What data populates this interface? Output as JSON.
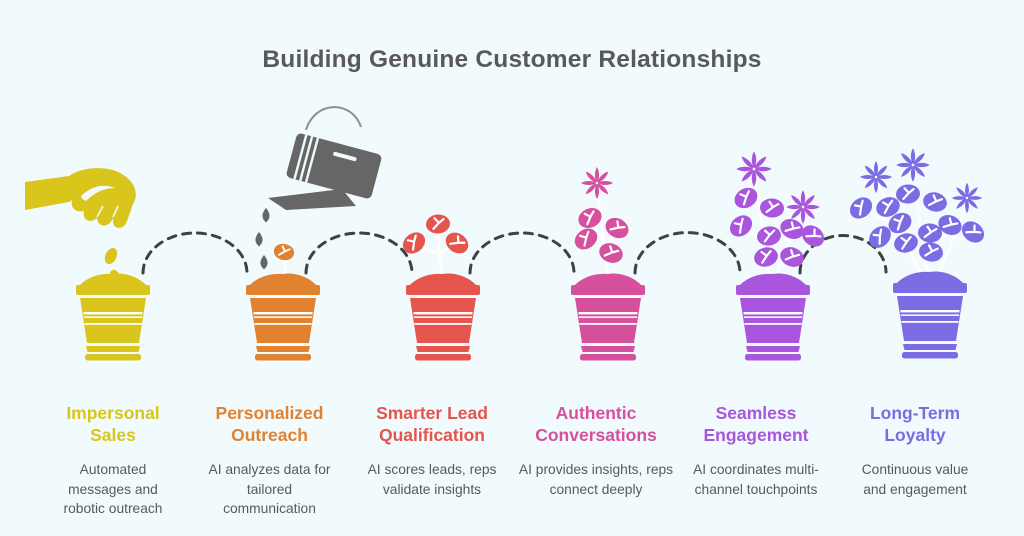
{
  "title": "Building Genuine Customer Relationships",
  "colors": {
    "background": "#f1fafc",
    "title_text": "#595959",
    "body_text": "#595959",
    "connector": "#414141",
    "watering_can": "#666666"
  },
  "stages": [
    {
      "label": "Impersonal Sales",
      "description": "Automated messages and robotic outreach",
      "color": "#d9c51b",
      "icon": "hand-dropping-seeds-icon",
      "growth_stage": "seeds"
    },
    {
      "label": "Personalized Outreach",
      "description": "AI analyzes data for tailored communication",
      "color": "#e08230",
      "icon": "watering-can-icon",
      "growth_stage": "sprout"
    },
    {
      "label": "Smarter Lead Qualification",
      "description": "AI scores leads, reps validate insights",
      "color": "#e5544d",
      "icon": "seedling-icon",
      "growth_stage": "seedling-three-leaves"
    },
    {
      "label": "Authentic Conversations",
      "description": "AI provides insights, reps connect deeply",
      "color": "#d6509e",
      "icon": "budding-flower-icon",
      "growth_stage": "first-bloom"
    },
    {
      "label": "Seamless Engagement",
      "description": "AI coordinates multi-channel touchpoints",
      "color": "#aa55dd",
      "icon": "blooming-flowers-icon",
      "growth_stage": "blooming"
    },
    {
      "label": "Long-Term Loyalty",
      "description": "Continuous value and engagement",
      "color": "#7b6ce4",
      "icon": "full-bloom-flowers-icon",
      "growth_stage": "full-bloom"
    }
  ]
}
